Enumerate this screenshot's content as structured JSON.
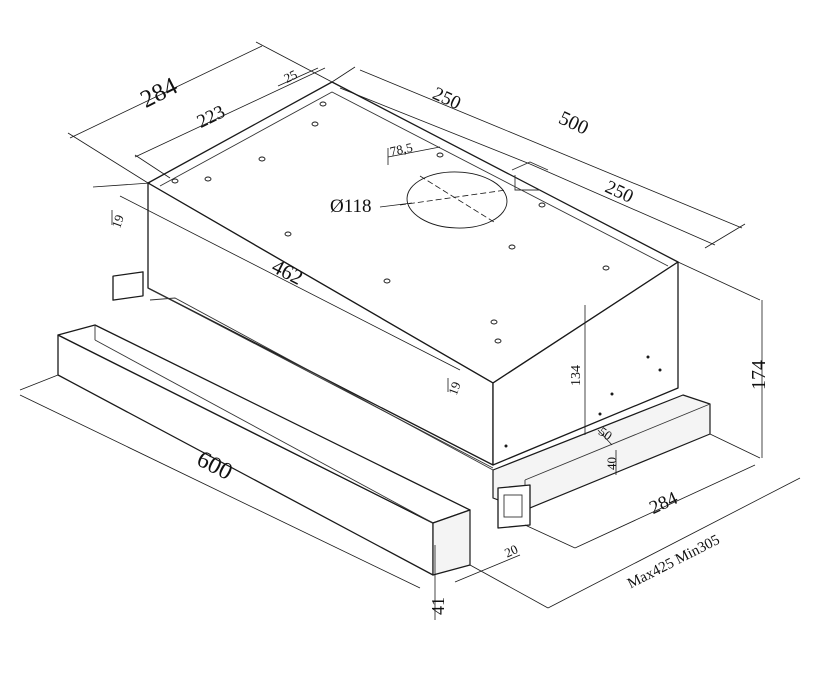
{
  "diagram": {
    "dimensions": {
      "d284_top": "284",
      "d223": "223",
      "d25": "25",
      "d250_top": "250",
      "d500": "500",
      "d78_5": "78,5",
      "d_diameter": "Ø118",
      "d250_right": "250",
      "d19_left": "19",
      "d462": "462",
      "d19_mid": "19",
      "d134": "134",
      "d174": "174",
      "d50": "50",
      "d40": "40",
      "d284_bottom": "284",
      "d_range": "Max425 Min305",
      "d600": "600",
      "d20": "20",
      "d41": "41"
    },
    "colors": {
      "line": "#1a1a1a",
      "background": "#ffffff"
    }
  }
}
